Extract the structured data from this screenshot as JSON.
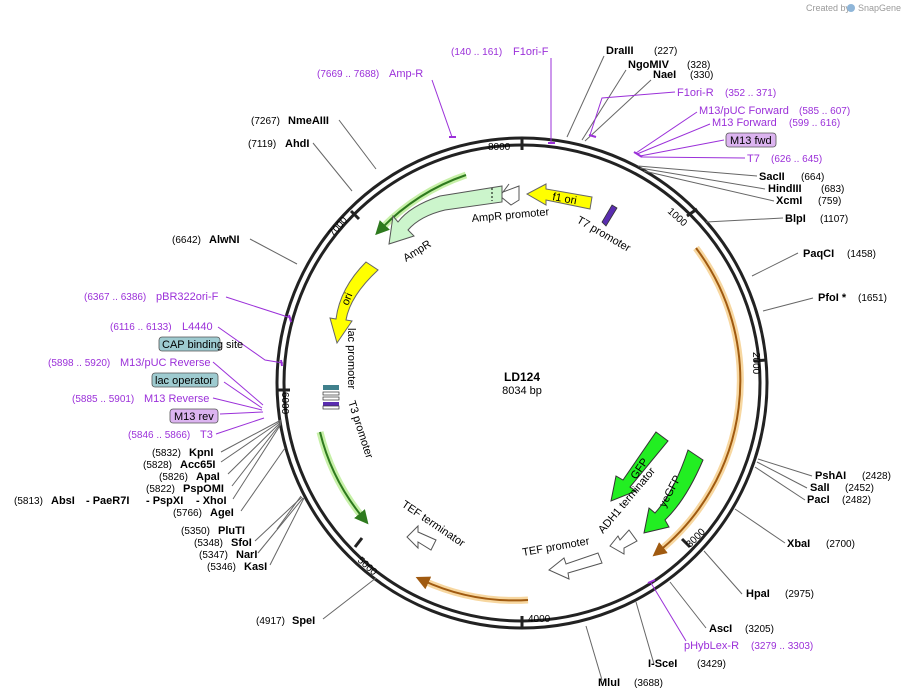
{
  "credit": {
    "prefix": "Created by",
    "brand": "SnapGene"
  },
  "plasmid": {
    "name": "LD124",
    "size_label": "8034 bp",
    "length": 8034
  },
  "ticks": [
    "1000",
    "2000",
    "3000",
    "4000",
    "5000",
    "6000",
    "7000",
    "8000"
  ],
  "sites": [
    {
      "name": "DraIII",
      "pos": "(227)"
    },
    {
      "name": "NgoMIV",
      "pos": "(328)"
    },
    {
      "name": "NaeI",
      "pos": "(330)"
    },
    {
      "name": "SacII",
      "pos": "(664)"
    },
    {
      "name": "HindIII",
      "pos": "(683)"
    },
    {
      "name": "XcmI",
      "pos": "(759)"
    },
    {
      "name": "BlpI",
      "pos": "(1107)"
    },
    {
      "name": "PaqCI",
      "pos": "(1458)"
    },
    {
      "name": "PfoI *",
      "pos": "(1651)"
    },
    {
      "name": "PshAI",
      "pos": "(2428)"
    },
    {
      "name": "SalI",
      "pos": "(2452)"
    },
    {
      "name": "PacI",
      "pos": "(2482)"
    },
    {
      "name": "XbaI",
      "pos": "(2700)"
    },
    {
      "name": "HpaI",
      "pos": "(2975)"
    },
    {
      "name": "AscI",
      "pos": "(3205)"
    },
    {
      "name": "I-SceI",
      "pos": "(3429)"
    },
    {
      "name": "MluI",
      "pos": "(3688)"
    },
    {
      "name": "SpeI",
      "pos": "(4917)"
    },
    {
      "name": "KasI",
      "pos": "(5346)"
    },
    {
      "name": "NarI",
      "pos": "(5347)"
    },
    {
      "name": "SfoI",
      "pos": "(5348)"
    },
    {
      "name": "PluTI",
      "pos": "(5350)"
    },
    {
      "name": "AgeI",
      "pos": "(5766)"
    },
    {
      "name": "AbsI",
      "pos": "(5813)"
    },
    {
      "name": "- PaeR7I",
      "pos": ""
    },
    {
      "name": "- PspXI",
      "pos": ""
    },
    {
      "name": "- XhoI",
      "pos": ""
    },
    {
      "name": "PspOMI",
      "pos": "(5822)"
    },
    {
      "name": "ApaI",
      "pos": "(5826)"
    },
    {
      "name": "Acc65I",
      "pos": "(5828)"
    },
    {
      "name": "KpnI",
      "pos": "(5832)"
    },
    {
      "name": "AlwNI",
      "pos": "(6642)"
    },
    {
      "name": "AhdI",
      "pos": "(7119)"
    },
    {
      "name": "NmeAIII",
      "pos": "(7267)"
    }
  ],
  "primers": [
    {
      "name": "F1ori-F",
      "range": "(140 .. 161)"
    },
    {
      "name": "Amp-R",
      "range": "(7669 .. 7688)"
    },
    {
      "name": "F1ori-R",
      "range": "(352 .. 371)"
    },
    {
      "name": "M13/pUC Forward",
      "range": "(585 .. 607)"
    },
    {
      "name": "M13 Forward",
      "range": "(599 .. 616)"
    },
    {
      "name": "T7",
      "range": "(626 .. 645)"
    },
    {
      "name": "pHybLex-R",
      "range": "(3279 .. 3303)"
    },
    {
      "name": "pBR322ori-F",
      "range": "(6367 .. 6386)"
    },
    {
      "name": "L4440",
      "range": "(6116 .. 6133)"
    },
    {
      "name": "M13/pUC Reverse",
      "range": "(5898 .. 5920)"
    },
    {
      "name": "M13 Reverse",
      "range": "(5885 .. 5901)"
    },
    {
      "name": "T3",
      "range": "(5846 .. 5866)"
    }
  ],
  "boxed_labels": [
    {
      "name": "M13 fwd",
      "color": "#dcb4f0"
    },
    {
      "name": "CAP binding site",
      "color": "#9ecbd0"
    },
    {
      "name": "lac operator",
      "color": "#9ecbd0"
    },
    {
      "name": "M13 rev",
      "color": "#dcb4f0"
    }
  ],
  "features": [
    {
      "name": "f1 ori",
      "color": "#ffff00"
    },
    {
      "name": "AmpR promoter",
      "color": "#ffffff"
    },
    {
      "name": "AmpR",
      "color": "#ccf5cc"
    },
    {
      "name": "ori",
      "color": "#ffff00"
    },
    {
      "name": "lac promoter",
      "color": "#ffffff"
    },
    {
      "name": "T3 promoter",
      "color": "#ffffff"
    },
    {
      "name": "T7 promoter",
      "color": "#ffffff"
    },
    {
      "name": "TEF terminator",
      "color": "#ffffff"
    },
    {
      "name": "GFP",
      "color": "#22ee22"
    },
    {
      "name": "yeGFP",
      "color": "#22ee22"
    },
    {
      "name": "ADH1 terminator",
      "color": "#ffffff"
    },
    {
      "name": "TEF promoter",
      "color": "#ffffff"
    }
  ]
}
